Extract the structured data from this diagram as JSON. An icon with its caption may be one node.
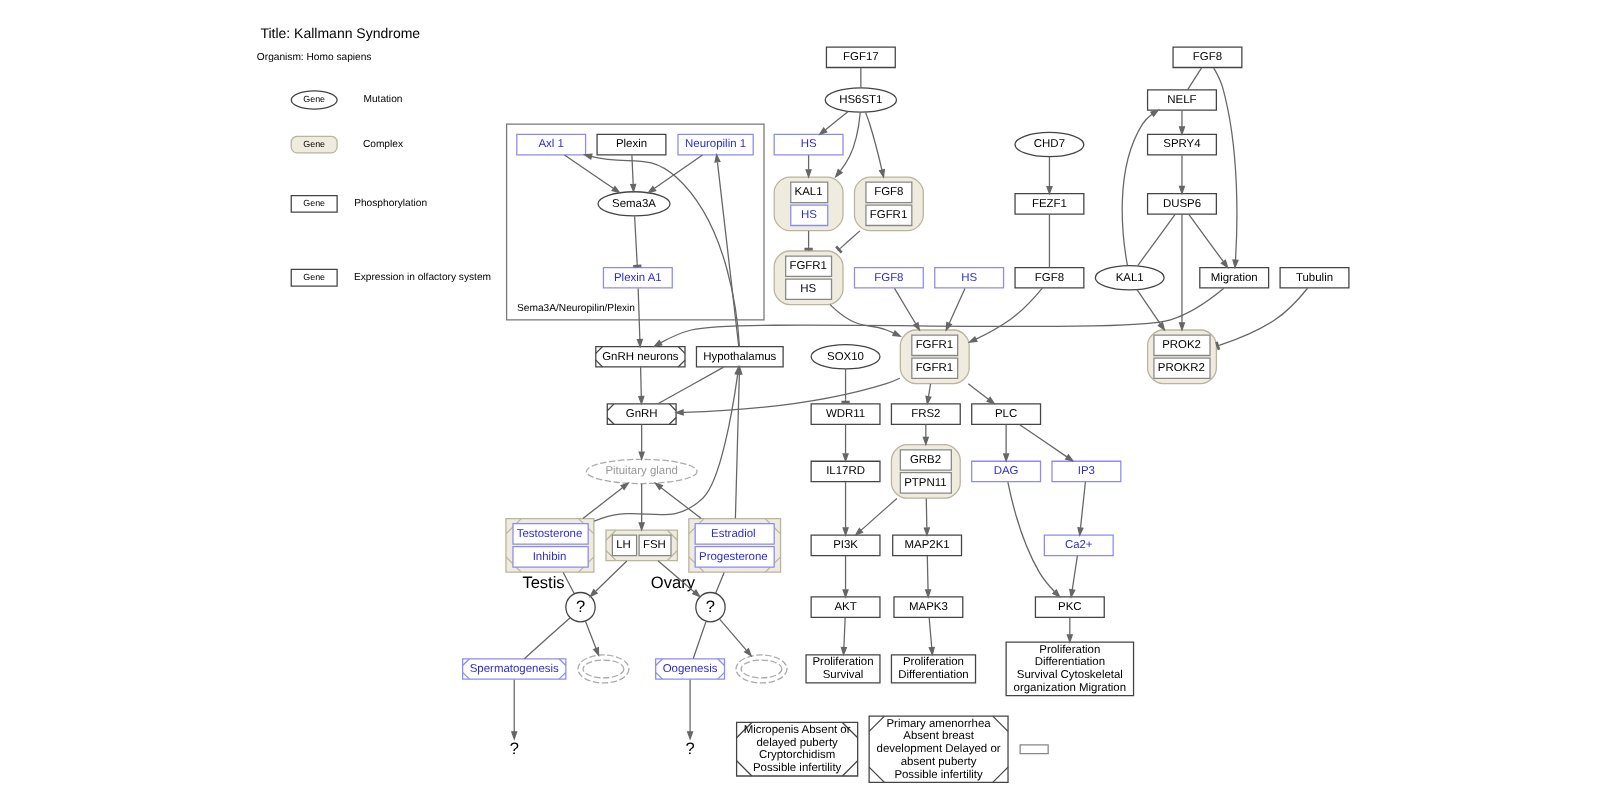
{
  "diagram": {
    "title": "Title: Kallmann Syndrome",
    "nodes": [
      {
        "text": [
          "Sema3A/Neuropilin/Plexin"
        ]
      },
      {
        "text": [
          "Neuropilin 1"
        ],
        "in": 0
      },
      {
        "text": [
          "Plexin"
        ],
        "in": 0
      },
      {
        "text": [
          "Sema3A"
        ],
        "in": 0
      },
      {
        "text": [
          "Axl 1"
        ],
        "in": 0
      },
      {
        "text": [
          "Plexin A1"
        ],
        "in": 0
      },
      {
        "text": [
          "FGF8"
        ]
      },
      {
        "text": [
          "NELF"
        ]
      },
      {
        "text": [
          "KAL1"
        ]
      },
      {
        "text": [
          "Tubulin"
        ]
      },
      {
        "text": [
          "SPRY4"
        ]
      },
      {
        "text": [
          "DUSP6"
        ]
      },
      {
        "text": [
          "PROK2",
          "PROKR2"
        ]
      },
      {
        "text": [
          "Migration"
        ]
      },
      {
        "text": [
          "Hypothalamus"
        ]
      },
      {
        "text": [
          "GnRH neurons"
        ]
      },
      {
        "text": [
          "GnRH"
        ]
      },
      {
        "text": [
          "Pituitary gland"
        ]
      },
      {
        "text": [
          "LH",
          "FSH"
        ]
      },
      {
        "text": [
          "?"
        ],
        "beside": [
          "Testis"
        ]
      },
      {
        "text": [
          "?"
        ],
        "beside": [
          "Ovary"
        ]
      },
      {
        "text": [
          "Testosterone",
          "Inhibin"
        ]
      },
      {
        "text": [
          "Estradiol",
          "Progesterone"
        ]
      },
      {
        "text": [],
        "shape": "ellipse"
      },
      {
        "text": [
          "Spermatogenesis"
        ]
      },
      {
        "text": [
          "?"
        ]
      },
      {
        "text": [
          "Micropenis Absent or delayed puberty Cryptorchidism Possible infertility"
        ]
      },
      {
        "text": [],
        "shape": "ellipse"
      },
      {
        "text": [
          "Oogenesis"
        ]
      },
      {
        "text": [
          "?"
        ]
      },
      {
        "text": [
          "Primary amenorrhea Absent breast development Delayed or absent puberty Possible infertility"
        ]
      },
      {
        "text": [
          "FGF17"
        ]
      },
      {
        "text": [
          "HS6ST1"
        ]
      },
      {
        "text": [
          "HS"
        ]
      },
      {
        "text": [
          "KAL1",
          "HS"
        ]
      },
      {
        "text": [
          "FGF8",
          "FGFR1"
        ]
      },
      {
        "text": [
          "FGFR1",
          "HS"
        ]
      },
      {
        "text": [
          "FGF8"
        ]
      },
      {
        "text": [
          "HS"
        ]
      },
      {
        "text": [
          "FGFR1",
          "FGFR1"
        ]
      },
      {
        "text": [
          "FGF8"
        ]
      },
      {
        "text": [
          "FEZF1"
        ]
      },
      {
        "text": [
          "CHD7"
        ]
      },
      {
        "text": [
          "FRS2"
        ]
      },
      {
        "text": [
          "GRB2",
          "PTPN11"
        ]
      },
      {
        "text": [
          "PLC"
        ]
      },
      {
        "text": [
          "DAG"
        ]
      },
      {
        "text": [
          "IP3"
        ]
      },
      {
        "text": [
          "Ca2+"
        ]
      },
      {
        "text": [
          "PKC"
        ]
      },
      {
        "text": [
          "Proliferation Differentiation Survival Cytoskeletal organization Migration"
        ]
      },
      {
        "text": [
          "PI3K"
        ]
      },
      {
        "text": [
          "MAP2K1"
        ]
      },
      {
        "text": [
          "AKT"
        ]
      },
      {
        "text": [
          "MAPK3"
        ]
      },
      {
        "text": [
          "Proliferation Survival"
        ]
      },
      {
        "text": [
          "Proliferation Differentiation"
        ]
      },
      {
        "text": [
          "IL17RD"
        ]
      },
      {
        "text": [
          "WDR11"
        ]
      },
      {
        "text": [
          "SOX10"
        ]
      },
      {
        "text": [],
        "shape": "box"
      }
    ],
    "edges": [
      {
        "from": 2,
        "to": 3,
        "arrow": "to"
      },
      {
        "from": 1,
        "to": 3,
        "arrow": "to"
      },
      {
        "from": 3,
        "to": 5,
        "arrow": "other"
      },
      {
        "from": 4,
        "to": 3,
        "arrow": "to"
      },
      {
        "from": 14,
        "to": 1,
        "arrow": "to"
      },
      {
        "from": 14,
        "to": 4,
        "arrow": "to"
      },
      {
        "from": 5,
        "to": 15,
        "arrow": "to"
      },
      {
        "from": 6,
        "to": 7,
        "arrow": "none"
      },
      {
        "from": 8,
        "to": 7,
        "arrow": "to"
      },
      {
        "from": 9,
        "to": 12,
        "arrow": "other"
      },
      {
        "from": 8,
        "to": 12,
        "arrow": "to"
      },
      {
        "from": 7,
        "to": 10,
        "arrow": "to"
      },
      {
        "from": 10,
        "to": 11,
        "arrow": "to"
      },
      {
        "from": 11,
        "to": 8,
        "arrow": "none"
      },
      {
        "from": 11,
        "to": 12,
        "arrow": "to"
      },
      {
        "from": 11,
        "to": 13,
        "arrow": "to"
      },
      {
        "from": 6,
        "to": 13,
        "arrow": "to"
      },
      {
        "from": 13,
        "to": 15,
        "arrow": "to"
      },
      {
        "from": 15,
        "to": 16,
        "arrow": "to"
      },
      {
        "from": 14,
        "to": 16,
        "arrow": "none"
      },
      {
        "from": 39,
        "to": 16,
        "arrow": "to"
      },
      {
        "from": 16,
        "to": 17,
        "arrow": "to"
      },
      {
        "from": 17,
        "to": 18,
        "arrow": "to"
      },
      {
        "from": 18,
        "to": 19,
        "arrow": "to"
      },
      {
        "from": 18,
        "to": 20,
        "arrow": "to"
      },
      {
        "from": 21,
        "to": 14,
        "arrow": "to"
      },
      {
        "from": 22,
        "to": 14,
        "arrow": "to"
      },
      {
        "from": 21,
        "to": 17,
        "arrow": "to"
      },
      {
        "from": 22,
        "to": 17,
        "arrow": "to"
      },
      {
        "from": 21,
        "to": 19,
        "arrow": "none"
      },
      {
        "from": 22,
        "to": 20,
        "arrow": "none"
      },
      {
        "from": 19,
        "to": 23,
        "arrow": "to"
      },
      {
        "from": 19,
        "to": 24,
        "arrow": "none"
      },
      {
        "from": 24,
        "to": 25,
        "arrow": "to"
      },
      {
        "from": 20,
        "to": 27,
        "arrow": "to"
      },
      {
        "from": 20,
        "to": 28,
        "arrow": "none"
      },
      {
        "from": 28,
        "to": 29,
        "arrow": "to"
      },
      {
        "from": 31,
        "to": 32,
        "arrow": "none"
      },
      {
        "from": 32,
        "to": 33,
        "arrow": "to"
      },
      {
        "from": 32,
        "to": 34,
        "arrow": "to"
      },
      {
        "from": 33,
        "to": 34,
        "arrow": "to"
      },
      {
        "from": 32,
        "to": 35,
        "arrow": "to"
      },
      {
        "from": 34,
        "to": 36,
        "arrow": "other"
      },
      {
        "from": 35,
        "to": 36,
        "arrow": "other"
      },
      {
        "from": 36,
        "to": 39,
        "arrow": "to"
      },
      {
        "from": 37,
        "to": 39,
        "arrow": "to"
      },
      {
        "from": 38,
        "to": 39,
        "arrow": "to"
      },
      {
        "from": 40,
        "to": 39,
        "arrow": "to"
      },
      {
        "from": 42,
        "to": 41,
        "arrow": "to"
      },
      {
        "from": 41,
        "to": 40,
        "arrow": "none"
      },
      {
        "from": 39,
        "to": 43,
        "arrow": "to"
      },
      {
        "from": 39,
        "to": 45,
        "arrow": "to"
      },
      {
        "from": 43,
        "to": 44,
        "arrow": "to"
      },
      {
        "from": 44,
        "to": 51,
        "arrow": "to"
      },
      {
        "from": 44,
        "to": 52,
        "arrow": "to"
      },
      {
        "from": 51,
        "to": 53,
        "arrow": "to"
      },
      {
        "from": 53,
        "to": 55,
        "arrow": "to"
      },
      {
        "from": 52,
        "to": 54,
        "arrow": "to"
      },
      {
        "from": 54,
        "to": 56,
        "arrow": "to"
      },
      {
        "from": 45,
        "to": 46,
        "arrow": "to"
      },
      {
        "from": 45,
        "to": 47,
        "arrow": "to"
      },
      {
        "from": 47,
        "to": 48,
        "arrow": "to"
      },
      {
        "from": 46,
        "to": 49,
        "arrow": "to"
      },
      {
        "from": 48,
        "to": 49,
        "arrow": "to"
      },
      {
        "from": 49,
        "to": 50,
        "arrow": "to"
      },
      {
        "from": 59,
        "to": 58,
        "arrow": "other"
      },
      {
        "from": 58,
        "to": 57,
        "arrow": "to"
      },
      {
        "from": 57,
        "to": 51,
        "arrow": "to"
      }
    ],
    "labels": [
      "Organism: Homo sapiens",
      "Gene",
      "Gene",
      "Gene",
      "Gene"
    ],
    "legend": [
      {
        "text": "Mutation"
      },
      {
        "text": "Complex"
      },
      {
        "text": "Phosphorylation"
      },
      {
        "text": "Expression in olfactory system"
      }
    ]
  }
}
